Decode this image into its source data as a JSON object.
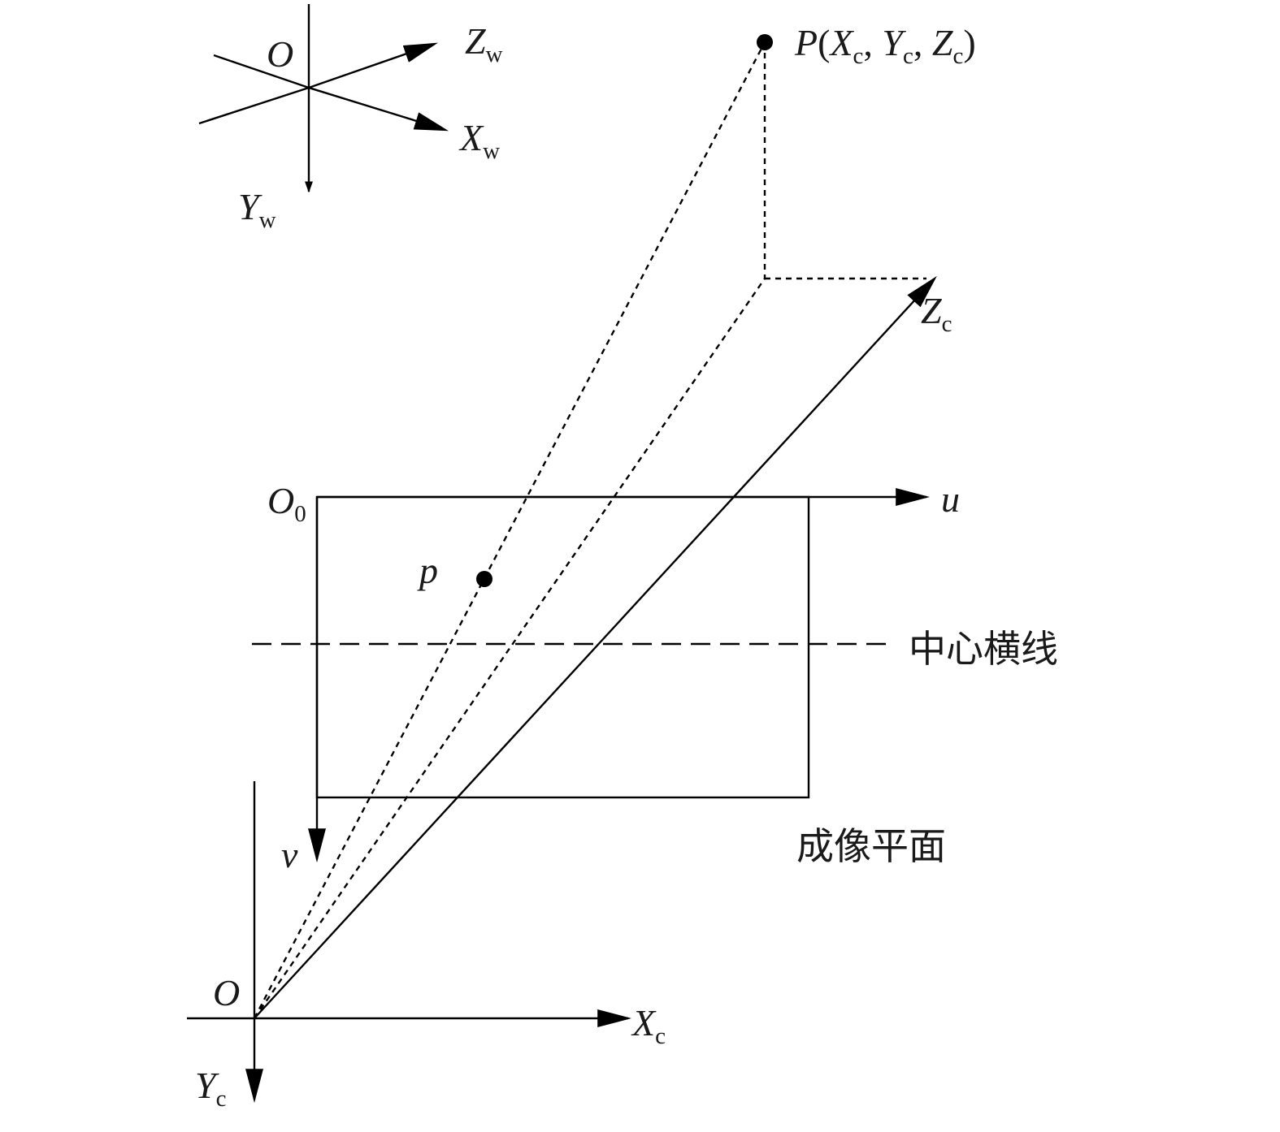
{
  "world_axes": {
    "origin": {
      "main": "O",
      "sub": ""
    },
    "x": {
      "main": "X",
      "sub": "w"
    },
    "y": {
      "main": "Y",
      "sub": "w"
    },
    "z": {
      "main": "Z",
      "sub": "w"
    }
  },
  "camera_axes": {
    "origin": {
      "main": "O",
      "sub": ""
    },
    "x": {
      "main": "X",
      "sub": "c"
    },
    "y": {
      "main": "Y",
      "sub": "c"
    },
    "z": {
      "main": "Z",
      "sub": "c"
    }
  },
  "image_axes": {
    "origin": {
      "main": "O",
      "sub": "0"
    },
    "u": {
      "main": "u",
      "sub": ""
    },
    "v": {
      "main": "v",
      "sub": ""
    }
  },
  "point_P": {
    "name": "P",
    "open": "(",
    "x_main": "X",
    "x_sub": "c",
    "sep1": ", ",
    "y_main": "Y",
    "y_sub": "c",
    "sep2": ", ",
    "z_main": "Z",
    "z_sub": "c",
    "close": ")"
  },
  "point_p": {
    "name": "p"
  },
  "center_line_label": "中心横线",
  "image_plane_label": "成像平面",
  "colors": {
    "line": "#000000",
    "text": "#1a1a1a",
    "background": "#ffffff"
  }
}
